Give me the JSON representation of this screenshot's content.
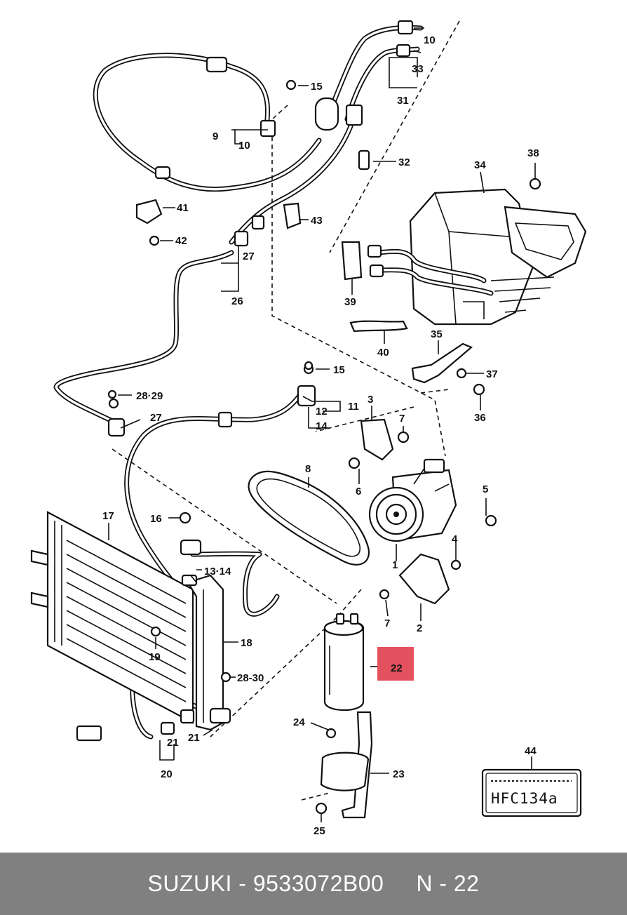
{
  "callouts": {
    "c1": "1",
    "c2": "2",
    "c3": "3",
    "c4": "4",
    "c5": "5",
    "c6": "6",
    "c7a": "7",
    "c7b": "7",
    "c8": "8",
    "c9": "9",
    "c10a": "10",
    "c10b": "10",
    "c11": "11",
    "c12": "12",
    "c13_14": "13·14",
    "c14": "14",
    "c15a": "15",
    "c15b": "15",
    "c16": "16",
    "c17": "17",
    "c18": "18",
    "c19": "19",
    "c20": "20",
    "c21a": "21",
    "c21b": "21",
    "c22": "22",
    "c23": "23",
    "c24": "24",
    "c25": "25",
    "c26": "26",
    "c27a": "27",
    "c27b": "27",
    "c28_29": "28·29",
    "c28_30": "28-30",
    "c31": "31",
    "c32": "32",
    "c33": "33",
    "c34": "34",
    "c35": "35",
    "c36": "36",
    "c37": "37",
    "c38": "38",
    "c39": "39",
    "c40": "40",
    "c41": "41",
    "c42": "42",
    "c43": "43",
    "c44": "44"
  },
  "label_plate": {
    "text": "HFC134a"
  },
  "highlight": {
    "part": "22",
    "color": "#e4525f"
  },
  "footer": {
    "brand_part": "SUZUKI - 9533072B00",
    "ref": "N - 22"
  }
}
